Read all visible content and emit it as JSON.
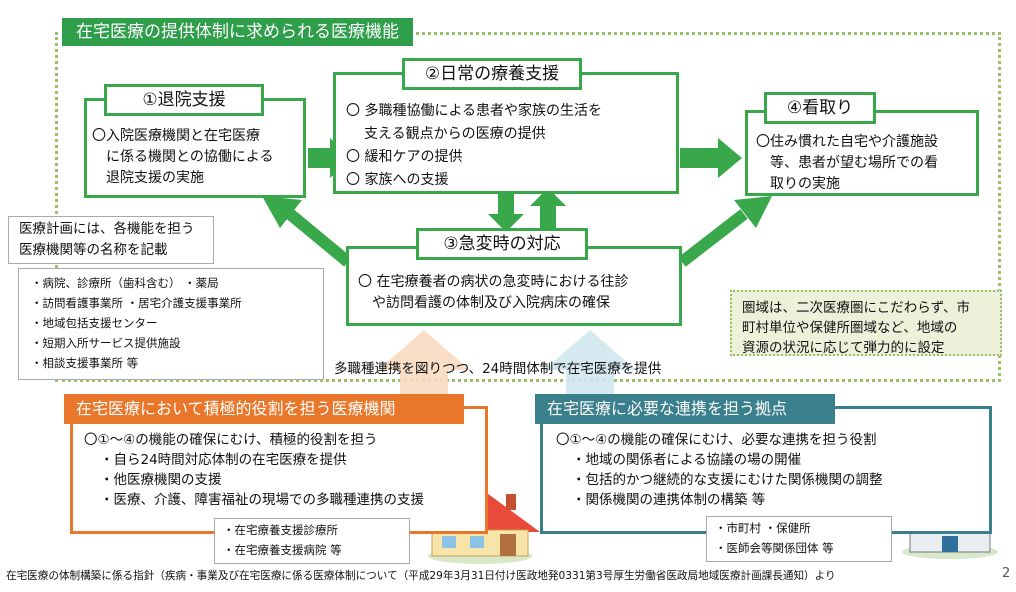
{
  "header": {
    "title": "在宅医療の提供体制に求められる医療機能"
  },
  "discharge": {
    "title": "①退院支援",
    "lines": [
      "〇入院医療機関と在宅医療",
      "に係る機関との協働による",
      "退院支援の実施"
    ]
  },
  "daily": {
    "title": "②日常の療養支援",
    "lines": [
      "〇 多職種協働による患者や家族の生活を",
      "支える観点からの医療の提供",
      "〇 緩和ケアの提供",
      "〇 家族への支援"
    ]
  },
  "endoflife": {
    "title": "④看取り",
    "lines": [
      "〇住み慣れた自宅や介護施設",
      "等、患者が望む場所での看",
      "取りの実施"
    ]
  },
  "emergency": {
    "title": "③急変時の対応",
    "lines": [
      "〇 在宅療養者の病状の急変時における往診",
      "や訪問看護の体制及び入院病床の確保"
    ]
  },
  "plan_note": {
    "lines": [
      "医療計画には、各機能を担う",
      "医療機関等の名称を記載"
    ]
  },
  "facility_list": {
    "items": [
      "・病院、診療所（歯科含む） ・薬局",
      "・訪問看護事業所 ・居宅介護支援事業所",
      "・地域包括支援センター",
      "・短期入所サービス提供施設",
      "・相談支援事業所 等"
    ]
  },
  "area_note": {
    "lines": [
      "圏域は、二次医療圏にこだわらず、市",
      "町村単位や保健所圏域など、地域の",
      "資源の状況に応じて弾力的に設定"
    ]
  },
  "collab_caption": "多職種連携を図りつつ、24時間体制で在宅医療を提供",
  "active_role": {
    "title": "在宅医療において積極的役割を担う医療機関",
    "lines": [
      "〇①～④の機能の確保にむけ、積極的役割を担う",
      "・自ら24時間対応体制の在宅医療を提供",
      "・他医療機関の支援",
      "・医療、介護、障害福祉の現場での多職種連携の支援"
    ],
    "examples": [
      "・在宅療養支援診療所",
      "・在宅療養支援病院 等"
    ]
  },
  "coord_base": {
    "title": "在宅医療に必要な連携を担う拠点",
    "lines": [
      "〇①～④の機能の確保にむけ、必要な連携を担う役割",
      "・地域の関係者による協議の場の開催",
      "・包括的かつ継続的な支援にむけた関係機関の調整",
      "・関係機関の連携体制の構築 等"
    ],
    "examples": [
      "・市町村 ・保健所",
      "・医師会等関係団体 等"
    ]
  },
  "footer": {
    "source": "在宅医療の体制構築に係る指針（疾病・事業及び在宅医療に係る医療体制について（平成29年3月31日付け医政地発0331第3号厚生労働省医政局地域医療計画課長通知）より",
    "page": "2"
  },
  "colors": {
    "green": "#38a84a",
    "orange": "#e8772b",
    "teal": "#3a7f8c",
    "beige": "#eef1da"
  }
}
